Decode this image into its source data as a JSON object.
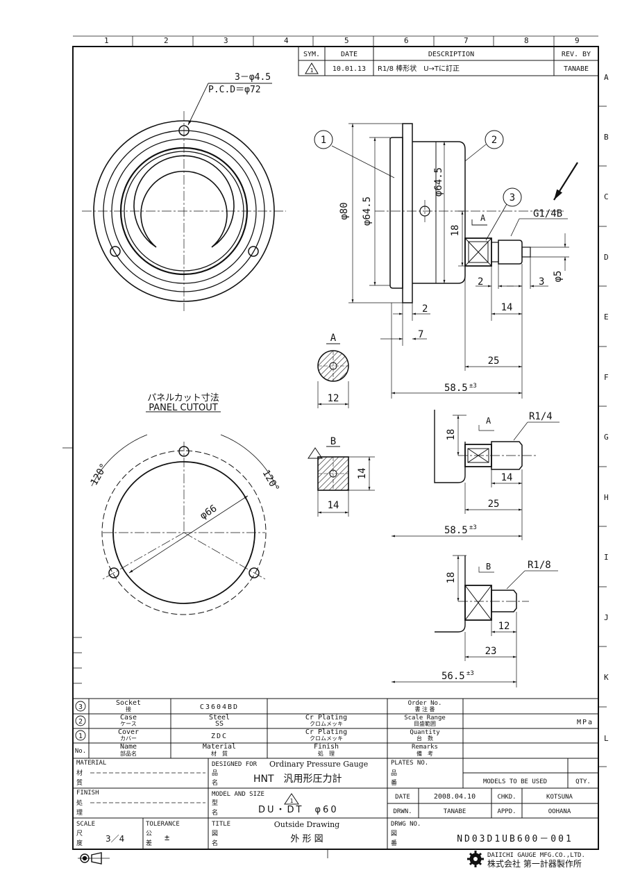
{
  "grid": {
    "cols": [
      "1",
      "2",
      "3",
      "4",
      "5",
      "6",
      "7",
      "8",
      "9"
    ],
    "rows": [
      "A",
      "B",
      "C",
      "D",
      "E",
      "F",
      "G",
      "H",
      "I",
      "J",
      "K",
      "L"
    ]
  },
  "revision": {
    "headers": [
      "SYM.",
      "DATE",
      "DESCRIPTION",
      "REV. BY"
    ],
    "date": "10.01.13",
    "description": "R1/8 棒形状　U→Tに訂正",
    "by": "TANABE"
  },
  "front_view": {
    "holes_label": "3－φ4.5",
    "pcd_label": "P.C.D＝φ72"
  },
  "panel_cutout": {
    "title_jp": "パネルカット寸法",
    "title_en": "PANEL CUTOUT",
    "angle_left": "120°",
    "angle_right": "120°",
    "diameter": "φ66"
  },
  "side_view": {
    "balloon_1": "1",
    "balloon_2": "2",
    "balloon_3": "3",
    "d80": "φ80",
    "d645a": "φ64.5",
    "d645b": "φ64.5",
    "h18": "18",
    "section_a": "A",
    "thread": "G1/4B",
    "d5": "φ5",
    "dim_2a": "2",
    "dim_3": "3",
    "dim_14": "14",
    "dim_2b": "2",
    "dim_7": "7",
    "dim_25": "25",
    "dim_585": "58.5",
    "tol": "±3"
  },
  "section_a_view": {
    "label": "A",
    "dim": "12"
  },
  "section_b_view": {
    "label": "B",
    "dim_h": "14",
    "dim_w": "14"
  },
  "variant_r14": {
    "h18": "18",
    "section": "A",
    "thread": "R1/4",
    "dim_14": "14",
    "dim_25": "25",
    "dim_585": "58.5",
    "tol": "±3"
  },
  "variant_r18": {
    "h18": "18",
    "section": "B",
    "thread": "R1/8",
    "dim_12": "12",
    "dim_23": "23",
    "dim_565": "56.5",
    "tol": "±3"
  },
  "parts": {
    "rows": [
      {
        "no": "3",
        "name": "Socket",
        "name_jp": "接",
        "material": "C3604BD",
        "material_jp": "",
        "finish": "",
        "finish_jp": ""
      },
      {
        "no": "2",
        "name": "Case",
        "name_jp": "ケース",
        "material": "Steel",
        "material_jp": "SS",
        "finish": "Cr Plating",
        "finish_jp": "クロムメッキ"
      },
      {
        "no": "1",
        "name": "Cover",
        "name_jp": "カバー",
        "material": "ZDC",
        "material_jp": "",
        "finish": "Cr Plating",
        "finish_jp": "クロムメッキ"
      }
    ],
    "header": {
      "no": "No.",
      "name": "Name",
      "name_jp": "部品名",
      "material": "Material",
      "material_jp": "材　質",
      "finish": "Finish",
      "finish_jp": "処　理"
    },
    "order_en": "Order No.",
    "order_jp": "書 注 番",
    "range_en": "Scale Range",
    "range_jp": "目盛範囲",
    "quantity_en": "Quantity",
    "quantity_jp": "台　数",
    "remarks_en": "Remarks",
    "remarks_jp": "備　考",
    "unit": "MPa"
  },
  "title_block": {
    "material_label": "MATERIAL",
    "material_jp1": "材",
    "material_jp2": "質",
    "designed_label": "DESIGNED FOR",
    "designed_value": "Ordinary Pressure Gauge",
    "designed_jp1": "品",
    "designed_jp2": "名",
    "designed_jp_value": "HNT　汎用形圧力計",
    "plates_label": "PLATES NO.",
    "plates_jp1": "品",
    "plates_jp2": "番",
    "models_label": "MODELS TO BE USED",
    "qty_label": "QTY.",
    "finish_label": "FINISH",
    "finish_jp1": "処",
    "finish_jp2": "理",
    "model_label": "MODEL AND SIZE",
    "model_jp1": "型",
    "model_jp2": "名",
    "model_value": "DU・DT　φ60",
    "date_label": "DATE",
    "date_value": "2008.04.10",
    "chkd_label": "CHKD.",
    "chkd_value": "KOTSUNA",
    "drwn_label": "DRWN.",
    "drwn_value": "TANABE",
    "appd_label": "APPD.",
    "appd_value": "OOHANA",
    "scale_label": "SCALE",
    "scale_jp1": "尺",
    "scale_jp2": "度",
    "scale_value": "3／4",
    "tol_label": "TOLERANCE",
    "tol_jp1": "公",
    "tol_jp2": "差",
    "tol_value": "±",
    "title_label": "TITLE",
    "title_jp1": "図",
    "title_jp2": "名",
    "title_value": "Outside Drawing",
    "title_jp_value": "外 形 図",
    "drwg_label": "DRWG NO.",
    "drwg_jp1": "図",
    "drwg_jp2": "番",
    "drwg_value": "ND03D1UB600－001",
    "company_en": "DAIICHI GAUGE MFG.CO.,LTD.",
    "company_jp": "株式会社 第一計器製作所"
  }
}
